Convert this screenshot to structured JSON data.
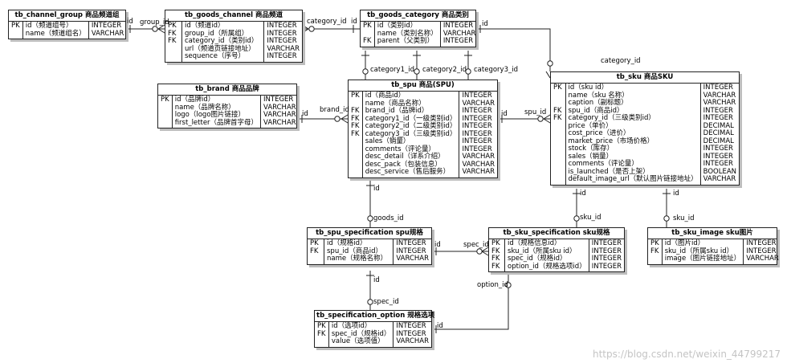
{
  "tables": {
    "channel_group": {
      "title": "tb_channel_group 商品频道组",
      "keys": [
        "PK",
        ""
      ],
      "fields": [
        "id（频道组号）",
        "name（频道组名）"
      ],
      "types": [
        "INTEGER",
        "VARCHAR"
      ]
    },
    "goods_channel": {
      "title": "tb_goods_channel 商品频道",
      "keys": [
        "PK",
        "FK",
        "FK",
        "",
        ""
      ],
      "fields": [
        "id（频道id）",
        "group_id（所属组）",
        "category_id（类别id）",
        "url（频道页链接地址）",
        "sequence（序号）"
      ],
      "types": [
        "INTEGER",
        "INTEGER",
        "INTEGER",
        "VARCHAR",
        "INTEGER"
      ]
    },
    "goods_category": {
      "title": "tb_goods_category 商品类别",
      "keys": [
        "PK",
        "",
        "FK"
      ],
      "fields": [
        "id（类别id）",
        "name（类别名称）",
        "parent（父类别）"
      ],
      "types": [
        "INTEGER",
        "VARCHAR",
        "INTEGER"
      ]
    },
    "brand": {
      "title": "tb_brand 商品品牌",
      "keys": [
        "PK",
        "",
        "",
        ""
      ],
      "fields": [
        "id（品牌id）",
        "name（品牌名称）",
        "logo（logo图片链接）",
        "first_letter（品牌首字母）"
      ],
      "types": [
        "INTEGER",
        "VARCHAR",
        "VARCHAR",
        "VARCHAR"
      ]
    },
    "spu": {
      "title": "tb_spu 商品(SPU)",
      "keys": [
        "PK",
        "",
        "FK",
        "FK",
        "FK",
        "FK",
        "",
        "",
        "",
        "",
        ""
      ],
      "fields": [
        "id（商品id）",
        "name（商品名称）",
        "brand_id（品牌id）",
        "category1_id（一级类别id）",
        "category2_id（二级类别id）",
        "category3_id（三级类别id）",
        "sales（销量）",
        "comments（评论量）",
        "desc_detail（详系介绍）",
        "desc_pack（包装信息）",
        "desc_service（售后服务）"
      ],
      "types": [
        "INTEGER",
        "VARCHAR",
        "INTEGER",
        "INTEGER",
        "INTEGER",
        "INTEGER",
        "INTEGER",
        "INTEGER",
        "VARCHAR",
        "VARCHAR",
        "VARCHAR"
      ]
    },
    "sku": {
      "title": "tb_sku 商品SKU",
      "keys": [
        "PK",
        "",
        "",
        "FK",
        "FK",
        "",
        "",
        "",
        "",
        "",
        "",
        "",
        ""
      ],
      "fields": [
        "id（sku id）",
        "name（sku 名称）",
        "caption（副标题）",
        "spu_id（商品id）",
        "category_id（三级类别id）",
        "price（单价）",
        "cost_price（进价）",
        "market_price（市场价格）",
        "stock（库存）",
        "sales（销量）",
        "comments（评论量）",
        "is_launched（是否上架）",
        "default_image_url（默认图片链接地址）"
      ],
      "types": [
        "INTEGER",
        "VARCHAR",
        "VARCHAR",
        "INTEGER",
        "INTEGER",
        "DECIMAL",
        "DECIMAL",
        "DECIMAL",
        "INTEGER",
        "INTEGER",
        "INTEGER",
        "BOOLEAN",
        "VARCHAR"
      ]
    },
    "spu_spec": {
      "title": "tb_spu_specification  spu规格",
      "keys": [
        "PK",
        "FK",
        ""
      ],
      "fields": [
        "id（规格id）",
        "spu_id（商品id）",
        "name（规格名称）"
      ],
      "types": [
        "INTEGER",
        "INTEGER",
        "VARCHAR"
      ]
    },
    "sku_spec": {
      "title": "tb_sku_specification  sku规格",
      "keys": [
        "PK",
        "FK",
        "FK",
        "FK"
      ],
      "fields": [
        "id（规格信息id）",
        "sku_id（所属sku id）",
        "spec_id（规格id）",
        "option_id（规格选项id）"
      ],
      "types": [
        "INTEGER",
        "INTEGER",
        "INTEGER",
        "INTEGER"
      ]
    },
    "sku_image": {
      "title": "tb_sku_image  sku图片",
      "keys": [
        "PK",
        "FK",
        ""
      ],
      "fields": [
        "id（图片id）",
        "sku_id（所属sku id）",
        "image（图片链接地址）"
      ],
      "types": [
        "INTEGER",
        "INTEGER",
        "VARCHAR"
      ]
    },
    "spec_option": {
      "title": "tb_specification_option 规格选项",
      "keys": [
        "PK",
        "FK",
        ""
      ],
      "fields": [
        "id（选项id）",
        "spec_id（规格id）",
        "value（选项值）"
      ],
      "types": [
        "INTEGER",
        "INTEGER",
        "VARCHAR"
      ]
    }
  },
  "labels": {
    "l_id1": "id",
    "l_group_id": "group_id",
    "l_category_id_gc": "category_id",
    "l_id2": "id",
    "l_id3": "id",
    "l_cat1": "category1_id",
    "l_cat2": "category2_id",
    "l_cat3": "category3_id",
    "l_id_brand": "id",
    "l_brand_id": "brand_id",
    "l_id_spu_right": "id",
    "l_spu_id": "spu_id",
    "l_category_id_sku": "category_id",
    "l_id_spu_bottom": "id",
    "l_goods_id": "goods_id",
    "l_id_sku_left": "id",
    "l_sku_id_left": "sku_id",
    "l_id_sku_right": "id",
    "l_sku_id_right": "sku_id",
    "l_id_spuspec_right": "id",
    "l_spec_id_right": "spec_id",
    "l_id_spuspec_bottom": "id",
    "l_spec_id_bottom": "spec_id",
    "l_option_id": "option_id",
    "l_id_option": "id"
  },
  "watermark": "https://blog.csdn.net/weixin_44799217"
}
